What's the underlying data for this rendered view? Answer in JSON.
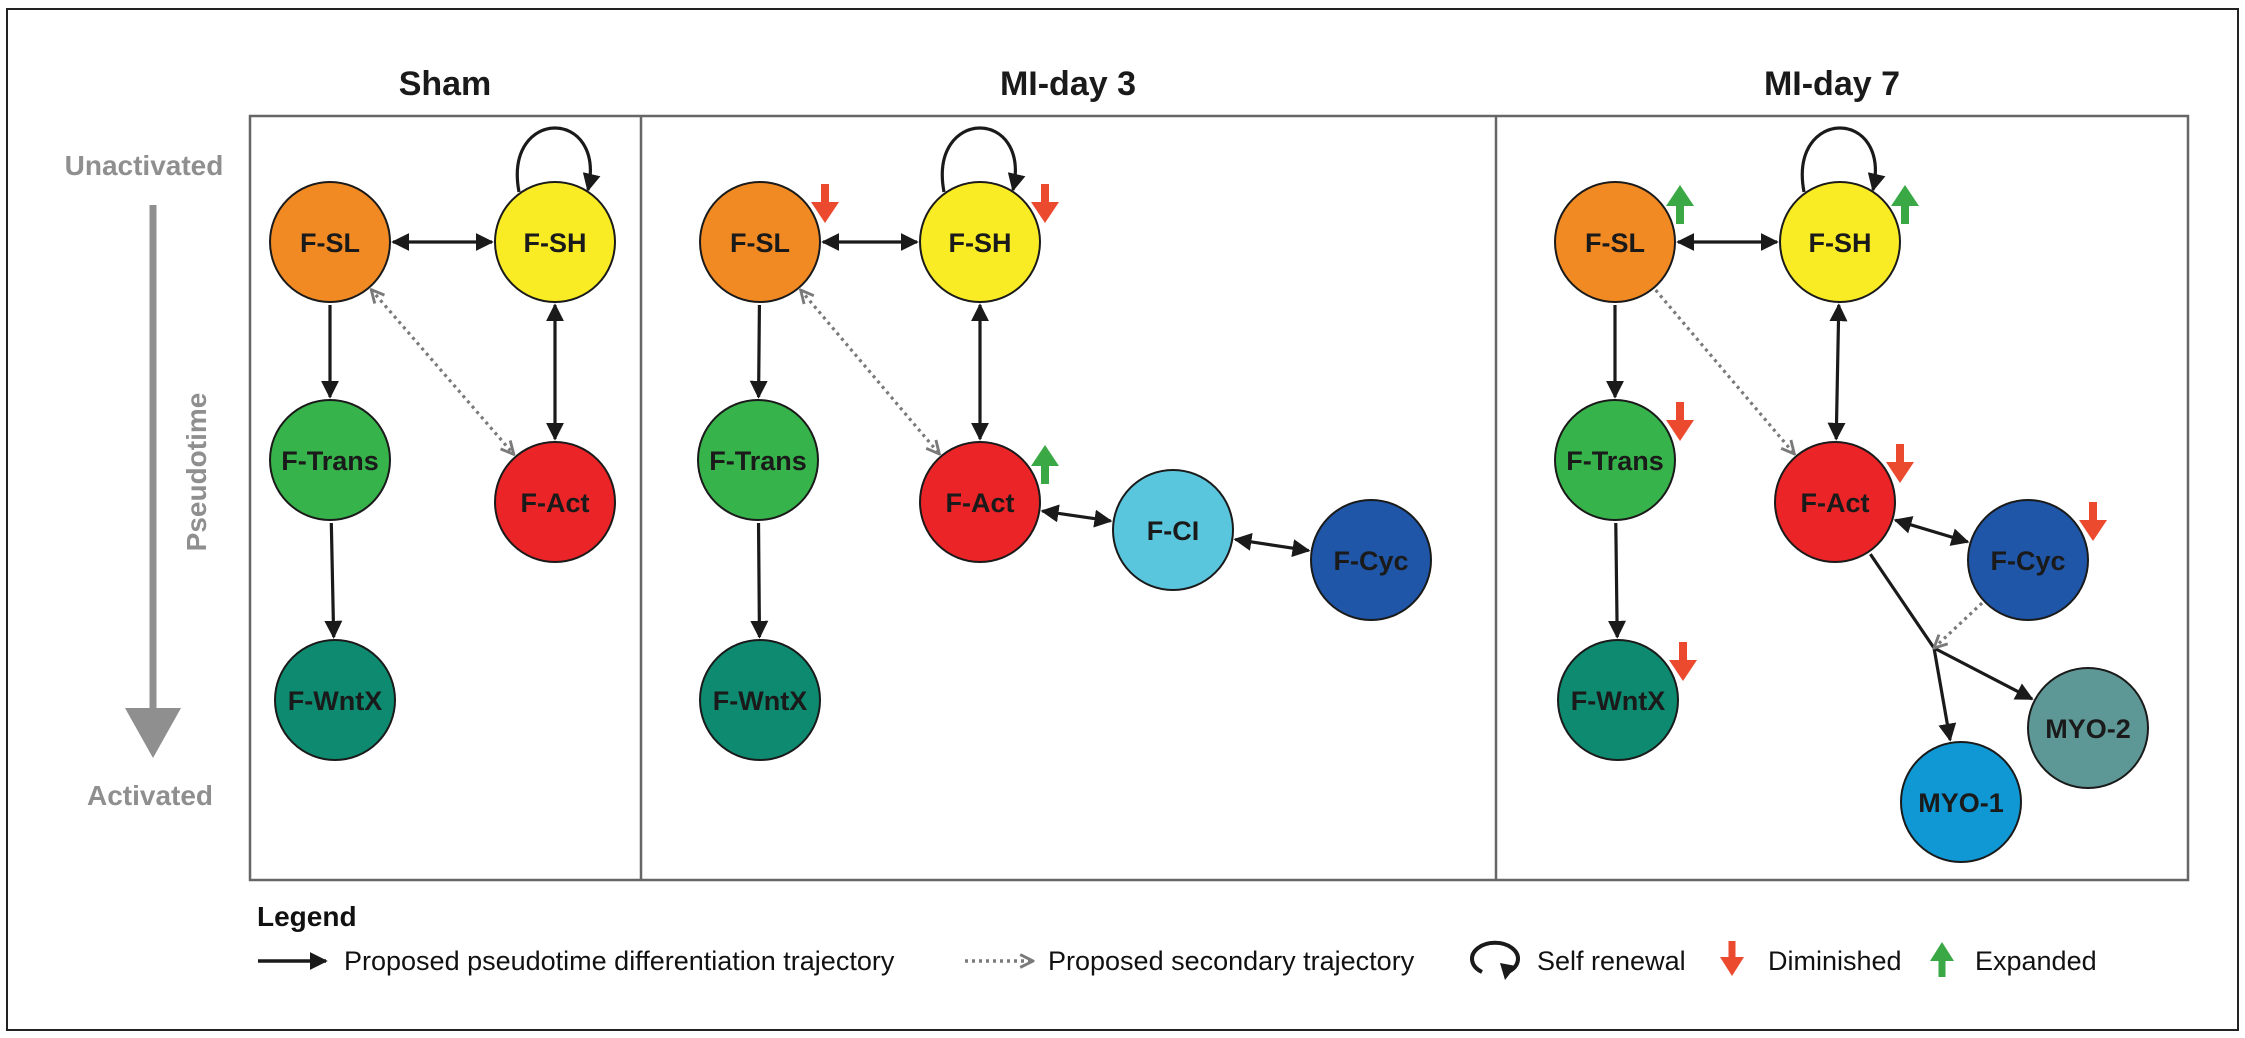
{
  "panels": [
    {
      "id": "sham",
      "title": "Sham",
      "nodes": [
        {
          "id": "fsl",
          "label": "F-SL",
          "color": "#f28a24"
        },
        {
          "id": "fsh",
          "label": "F-SH",
          "color": "#faec24"
        },
        {
          "id": "ftrans",
          "label": "F-Trans",
          "color": "#36b34a"
        },
        {
          "id": "fact",
          "label": "F-Act",
          "color": "#ea2427"
        },
        {
          "id": "fwntx",
          "label": "F-WntX",
          "color": "#0d8a6f"
        }
      ],
      "edges": [
        {
          "from": "fsl",
          "to": "fsh",
          "style": "solid",
          "both": true
        },
        {
          "from": "fsh",
          "to": "fact",
          "style": "solid",
          "both": true
        },
        {
          "from": "fsl",
          "to": "ftrans",
          "style": "solid",
          "both": false
        },
        {
          "from": "ftrans",
          "to": "fwntx",
          "style": "solid",
          "both": false
        },
        {
          "from": "fsl",
          "to": "fact",
          "style": "dotted",
          "both": true
        }
      ],
      "self_renewal": [
        "fsh"
      ],
      "changes": []
    },
    {
      "id": "mi-day-3",
      "title": "MI-day 3",
      "nodes": [
        {
          "id": "fsl",
          "label": "F-SL",
          "color": "#f28a24"
        },
        {
          "id": "fsh",
          "label": "F-SH",
          "color": "#faec24"
        },
        {
          "id": "ftrans",
          "label": "F-Trans",
          "color": "#36b34a"
        },
        {
          "id": "fact",
          "label": "F-Act",
          "color": "#ea2427"
        },
        {
          "id": "fcl",
          "label": "F-CI",
          "color": "#5ac6de"
        },
        {
          "id": "fcyc",
          "label": "F-Cyc",
          "color": "#1f56a8"
        },
        {
          "id": "fwntx",
          "label": "F-WntX",
          "color": "#0d8a6f"
        }
      ],
      "edges": [
        {
          "from": "fsl",
          "to": "fsh",
          "style": "solid",
          "both": true
        },
        {
          "from": "fsh",
          "to": "fact",
          "style": "solid",
          "both": true
        },
        {
          "from": "fsl",
          "to": "ftrans",
          "style": "solid",
          "both": false
        },
        {
          "from": "ftrans",
          "to": "fwntx",
          "style": "solid",
          "both": false
        },
        {
          "from": "fsl",
          "to": "fact",
          "style": "dotted",
          "both": true
        },
        {
          "from": "fact",
          "to": "fcl",
          "style": "solid",
          "both": true
        },
        {
          "from": "fcl",
          "to": "fcyc",
          "style": "solid",
          "both": true
        }
      ],
      "self_renewal": [
        "fsh"
      ],
      "changes": [
        {
          "node": "fsl",
          "dir": "down"
        },
        {
          "node": "fsh",
          "dir": "down"
        },
        {
          "node": "fact",
          "dir": "up"
        }
      ]
    },
    {
      "id": "mi-day-7",
      "title": "MI-day 7",
      "nodes": [
        {
          "id": "fsl",
          "label": "F-SL",
          "color": "#f28a24"
        },
        {
          "id": "fsh",
          "label": "F-SH",
          "color": "#faec24"
        },
        {
          "id": "ftrans",
          "label": "F-Trans",
          "color": "#36b34a"
        },
        {
          "id": "fact",
          "label": "F-Act",
          "color": "#ea2427"
        },
        {
          "id": "fcyc",
          "label": "F-Cyc",
          "color": "#1f56a8"
        },
        {
          "id": "fwntx",
          "label": "F-WntX",
          "color": "#0d8a6f"
        },
        {
          "id": "myo2",
          "label": "MYO-2",
          "color": "#5e9896"
        },
        {
          "id": "myo1",
          "label": "MYO-1",
          "color": "#0f98d4"
        }
      ],
      "edges": [
        {
          "from": "fsl",
          "to": "fsh",
          "style": "solid",
          "both": true
        },
        {
          "from": "fsh",
          "to": "fact",
          "style": "solid",
          "both": true
        },
        {
          "from": "fsl",
          "to": "ftrans",
          "style": "solid",
          "both": false
        },
        {
          "from": "ftrans",
          "to": "fwntx",
          "style": "solid",
          "both": false
        },
        {
          "from": "fsl",
          "to": "fact",
          "style": "dotted",
          "both": false
        },
        {
          "from": "fact",
          "to": "fcyc",
          "style": "solid",
          "both": true
        },
        {
          "from": "fact",
          "to": "branch",
          "style": "solid",
          "both": false
        },
        {
          "from": "branch",
          "to": "myo1",
          "style": "solid",
          "both": false
        },
        {
          "from": "branch",
          "to": "myo2",
          "style": "solid",
          "both": false
        },
        {
          "from": "fcyc",
          "to": "branch",
          "style": "dotted",
          "both": false
        }
      ],
      "self_renewal": [
        "fsh"
      ],
      "changes": [
        {
          "node": "fsl",
          "dir": "up"
        },
        {
          "node": "fsh",
          "dir": "up"
        },
        {
          "node": "ftrans",
          "dir": "down"
        },
        {
          "node": "fwntx",
          "dir": "down"
        },
        {
          "node": "fact",
          "dir": "down"
        },
        {
          "node": "fcyc",
          "dir": "down"
        }
      ]
    }
  ],
  "axis": {
    "top_label": "Unactivated",
    "middle_label": "Pseudotime",
    "bottom_label": "Activated"
  },
  "legend": {
    "title": "Legend",
    "items": [
      {
        "icon": "solid-arrow-icon",
        "label": "Proposed pseudotime differentiation trajectory"
      },
      {
        "icon": "dotted-arrow-icon",
        "label": "Proposed secondary trajectory"
      },
      {
        "icon": "self-renewal-loop-icon",
        "label": "Self renewal"
      },
      {
        "icon": "down-arrow-icon",
        "label": "Diminished"
      },
      {
        "icon": "up-arrow-icon",
        "label": "Expanded"
      }
    ]
  },
  "colors": {
    "diminished": "#ec4a2f",
    "expanded": "#3aa845",
    "axis": "#8f8f8f"
  }
}
